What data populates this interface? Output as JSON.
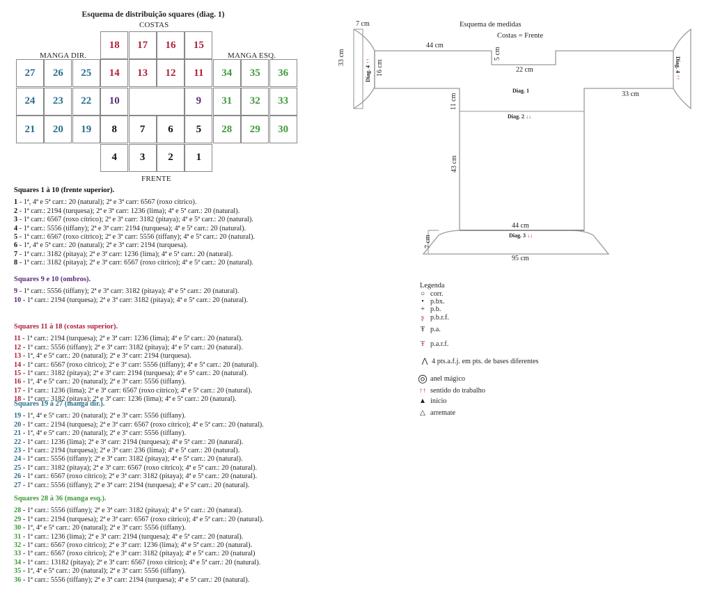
{
  "grid": {
    "title": "Esquema de distribuição squares (diag. 1)",
    "label_top": "COSTAS",
    "label_bottom": "FRENTE",
    "label_left": "MANGA DIR.",
    "label_right": "MANGA ESQ.",
    "rows": [
      [
        null,
        null,
        null,
        "18",
        "17",
        "16",
        "15",
        null,
        null,
        null
      ],
      [
        "27",
        "26",
        "25",
        "14",
        "13",
        "12",
        "11",
        "34",
        "35",
        "36"
      ],
      [
        "24",
        "23",
        "22",
        "10",
        "",
        "",
        "9",
        "31",
        "32",
        "33"
      ],
      [
        "21",
        "20",
        "19",
        "8",
        "7",
        "6",
        "5",
        "28",
        "29",
        "30"
      ],
      [
        null,
        null,
        null,
        "4",
        "3",
        "2",
        "1",
        null,
        null,
        null
      ]
    ],
    "colors": {
      "back": "#b0203a",
      "front": "#111111",
      "shoulder": "#5a2b7a",
      "right_sleeve": "#2a6f8f",
      "left_sleeve": "#3f9a3a"
    }
  },
  "sections": [
    {
      "title": "Squares 1 à 10 (frente superior).",
      "color": "#111111",
      "items": [
        {
          "n": "1",
          "text": " - 1ª, 4ª e 5ª carr.: 20 (natural); 2ª e 3ª carr: 6567 (roxo cítrico)."
        },
        {
          "n": "2",
          "text": " - 1ª carr.: 2194 (turquesa); 2ª e 3ª carr: 1236 (lima); 4ª e 5ª  carr.: 20 (natural)."
        },
        {
          "n": "3",
          "text": " - 1ª carr.: 6567 (roxo cítrico); 2ª e 3ª carr: 3182 (pitaya); 4ª e 5ª  carr.: 20 (natural)."
        },
        {
          "n": "4",
          "text": " - 1ª carr.: 5556 (tiffany); 2ª e 3ª carr: 2194 (turquesa); 4ª e 5ª  carr.: 20 (natural)."
        },
        {
          "n": "5",
          "text": " - 1ª carr.: 6567 (roxo cítrico); 2ª e 3ª carr: 5556 (tiffany); 4ª e 5ª  carr.: 20 (natural)."
        },
        {
          "n": "6",
          "text": " - 1ª, 4ª e 5ª carr.: 20 (natural); 2ª e 3ª carr: 2194 (turquesa)."
        },
        {
          "n": "7",
          "text": " - 1ª carr.: 3182 (pitaya); 2ª e 3ª carr: 1236 (lima); 4ª e 5ª  carr.: 20 (natural)."
        },
        {
          "n": "8",
          "text": " - 1ª carr.: 3182 (pitaya); 2ª e 3ª carr: 6567 (roxo cítrico); 4ª e 5ª  carr.: 20 (natural)."
        }
      ]
    },
    {
      "title": "Squares 9 e 10 (ombros).",
      "color": "#5a2b7a",
      "items": [
        {
          "n": "9",
          "text": " - 1ª carr.: 5556 (tiffany); 2ª e 3ª carr: 3182 (pitaya); 4ª e 5ª  carr.: 20 (natural)."
        },
        {
          "n": "10",
          "text": " - 1ª carr.: 2194 (turquesa); 2ª e 3ª carr: 3182 (pitaya); 4ª e 5ª  carr.: 20 (natural)."
        }
      ]
    },
    {
      "title": "Squares 11 à 18 (costas superior).",
      "color": "#b0203a",
      "items": [
        {
          "n": "11",
          "text": " - 1ª carr.: 2194 (turquesa); 2ª e 3ª carr: 1236 (lima); 4ª e 5ª  carr.: 20 (natural)."
        },
        {
          "n": "12",
          "text": " - 1ª carr.: 5556 (tiffany); 2ª e 3ª carr: 3182 (pitaya); 4ª e 5ª  carr.: 20 (natural)."
        },
        {
          "n": "13",
          "text": " - 1ª, 4ª e 5ª carr.: 20 (natural); 2ª e 3ª carr: 2194 (turquesa)."
        },
        {
          "n": "14",
          "text": " - 1ª carr.: 6567 (roxo cítrico); 2ª e 3ª carr: 5556 (tiffany); 4ª e 5ª  carr.: 20 (natural)."
        },
        {
          "n": "15",
          "text": " - 1ª carr.: 3182 (pitaya); 2ª e 3ª carr: 2194 (turquesa); 4ª e 5ª  carr.: 20 (natural)."
        },
        {
          "n": "16",
          "text": " - 1ª, 4ª e 5ª carr.: 20 (natural); 2ª e 3ª carr: 5556 (tiffany)."
        },
        {
          "n": "17",
          "text": " - 1ª carr.: 1236 (lima); 2ª e 3ª carr: 6567 (roxo cítrico); 4ª e 5ª  carr.: 20 (natural)."
        },
        {
          "n": "18",
          "text": " - 1ª carr.: 3182 (pitaya); 2ª e 3ª carr: 1236 (lima); 4ª e 5ª  carr.: 20 (natural)."
        }
      ]
    },
    {
      "title": "Squares 19 à 27 (manga dir.).",
      "color": "#2a6f8f",
      "items": [
        {
          "n": "19",
          "text": " - 1ª, 4ª e 5ª carr.: 20 (natural); 2ª e 3ª carr: 5556 (tiffany)."
        },
        {
          "n": "20",
          "text": " - 1ª carr.: 2194 (turquesa); 2ª e 3ª carr: 6567 (roxo cítrico); 4ª e 5ª  carr.: 20 (natural)."
        },
        {
          "n": "21",
          "text": " - 1ª, 4ª e 5ª carr.: 20 (natural); 2ª e 3ª carr: 5556 (tiffany)."
        },
        {
          "n": "22",
          "text": " - 1ª carr.: 1236 (lima); 2ª e 3ª carr: 2194 (turquesa); 4ª e 5ª  carr.: 20 (natural)."
        },
        {
          "n": "23",
          "text": " - 1ª carr.: 2194 (turquesa); 2ª e 3ª carr: 236 (lima); 4ª e 5ª  carr.: 20 (natural)."
        },
        {
          "n": "24",
          "text": " - 1ª carr.: 5556 (tiffany); 2ª e 3ª carr: 3182 (pitaya); 4ª e 5ª  carr.: 20 (natural)."
        },
        {
          "n": "25",
          "text": " - 1ª carr.: 3182 (pitaya); 2ª e 3ª carr: 6567 (roxo cítrico); 4ª e 5ª  carr.: 20 (natural)."
        },
        {
          "n": "26",
          "text": " - 1ª carr.: 6567 (roxo cítrico); 2ª e 3ª carr: 3182 (pitaya); 4ª e 5ª  carr.: 20 (natural)."
        },
        {
          "n": "27",
          "text": " - 1ª carr.: 5556 (tiffany); 2ª e 3ª carr: 2194 (turquesa); 4ª e 5ª  carr.: 20 (natural)."
        }
      ]
    },
    {
      "title": "Squares 28 à 36 (manga esq.).",
      "color": "#3f9a3a",
      "items": [
        {
          "n": "28",
          "text": " - 1ª carr.: 5556 (tiffany); 2ª e 3ª carr: 3182 (pitaya); 4ª e 5ª  carr.: 20 (natural)."
        },
        {
          "n": "29",
          "text": " - 1ª carr.: 2194 (turquesa); 2ª e 3ª carr: 6567 (roxo cítrico); 4ª e 5ª  carr.: 20 (natural)."
        },
        {
          "n": "30",
          "text": " - 1ª, 4ª e 5ª carr.: 20 (natural); 2ª e 3ª carr: 5556 (tiffany)."
        },
        {
          "n": "31",
          "text": " - 1ª carr.: 1236 (lima); 2ª e 3ª carr: 2194 (turquesa); 4ª e 5ª  carr.: 20 (natural)."
        },
        {
          "n": "32",
          "text": " - 1ª carr.: 6567 (roxo cítrico); 2ª e 3ª carr: 1236 (lima); 4ª e 5ª  carr.: 20 (natural)."
        },
        {
          "n": "33",
          "text": " - 1ª carr.: 6567 (roxo cítrico); 2ª e 3ª carr: 3182 (pitaya); 4ª e 5ª  carr.: 20 (natural)"
        },
        {
          "n": "34",
          "text": " - 1ª carr.: 13182 (pitaya); 2ª e 3ª carr: 6567 (roxo cítrico); 4ª e 5ª  carr.: 20 (natural)."
        },
        {
          "n": "35",
          "text": " - 1ª, 4ª e 5ª carr.: 20 (natural); 2ª e 3ª carr: 5556 (tiffany)."
        },
        {
          "n": "36",
          "text": " - 1ª carr.: 5556 (tiffany); 2ª e 3ª carr: 2194 (turquesa); 4ª e 5ª  carr.: 20 (natural)."
        }
      ]
    }
  ],
  "measures": {
    "title": "Esquema de medidas",
    "subtitle": "Costas = Frente",
    "labels": {
      "sleeve_cuff_width": "7 cm",
      "sleeve_height": "33 cm",
      "sleeve_inner": "16 cm",
      "shoulder": "44 cm",
      "neck_depth": "5 cm",
      "neck_width": "22 cm",
      "armhole": "11 cm",
      "sleeve_length": "33 cm",
      "body_length": "43 cm",
      "body_width": "44 cm",
      "hem_height": "7 cm",
      "hem_width": "95 cm"
    },
    "diagrams": {
      "diag1": "Diag. 1",
      "diag2": "Diag. 2",
      "diag3": "Diag. 3",
      "diag4": "Diag. 4",
      "arrows_down": "↓↓",
      "arrows_up": "↑↑"
    },
    "line_color": "#999999",
    "arrow_color": "#c0263a"
  },
  "legend": {
    "title": "Legenda",
    "items": [
      {
        "icon": "chain-icon",
        "symbol": "○",
        "label": "corr."
      },
      {
        "icon": "slip-stitch-icon",
        "symbol": "•",
        "label": "p.bx."
      },
      {
        "icon": "single-crochet-icon",
        "symbol": "+",
        "label": "p.b."
      },
      {
        "icon": "front-post-single-crochet-icon",
        "symbol": "ʂ",
        "label": "p.b.r.f."
      },
      {
        "icon": "double-crochet-icon",
        "symbol": "Ŧ",
        "label": "p.a."
      },
      {
        "icon": "front-post-double-crochet-icon",
        "symbol": "Ŧ",
        "label": "p.a.r.f."
      },
      {
        "icon": "cluster-icon",
        "symbol": "⋀",
        "label": "4 pts.a.f.j. em pts. de bases diferentes"
      },
      {
        "icon": "magic-ring-icon",
        "symbol": "◎",
        "label": "anel mágico"
      },
      {
        "icon": "work-direction-icon",
        "symbol": "↑↑",
        "label": "sentido do trabalho"
      },
      {
        "icon": "start-icon",
        "symbol": "▲",
        "label": "início"
      },
      {
        "icon": "finish-icon",
        "symbol": "△",
        "label": "arremate"
      }
    ]
  }
}
